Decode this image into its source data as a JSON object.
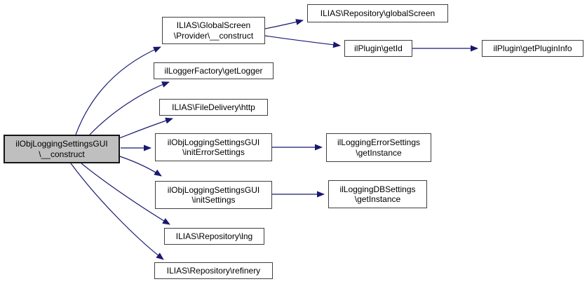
{
  "diagram": {
    "type": "function-call-graph",
    "background_color": "#ffffff",
    "edge_color": "#191970",
    "node_border_color": "#404040",
    "highlight_fill_color": "#bfbfbf",
    "nodes": [
      {
        "id": "construct",
        "label": "ilObjLoggingSettingsGUI\n\\__construct",
        "highlight": true
      },
      {
        "id": "provider-construct",
        "label": "ILIAS\\GlobalScreen\n\\Provider\\__construct",
        "highlight": false
      },
      {
        "id": "global-screen",
        "label": "ILIAS\\Repository\\globalScreen",
        "highlight": false
      },
      {
        "id": "get-id",
        "label": "ilPlugin\\getId",
        "highlight": false
      },
      {
        "id": "get-plugin-info",
        "label": "ilPlugin\\getPluginInfo",
        "highlight": false
      },
      {
        "id": "get-logger",
        "label": "ilLoggerFactory\\getLogger",
        "highlight": false
      },
      {
        "id": "http",
        "label": "ILIAS\\FileDelivery\\http",
        "highlight": false
      },
      {
        "id": "init-error-settings",
        "label": "ilObjLoggingSettingsGUI\n\\initErrorSettings",
        "highlight": false
      },
      {
        "id": "error-get-instance",
        "label": "ilLoggingErrorSettings\n\\getInstance",
        "highlight": false
      },
      {
        "id": "init-settings",
        "label": "ilObjLoggingSettingsGUI\n\\initSettings",
        "highlight": false
      },
      {
        "id": "db-get-instance",
        "label": "ilLoggingDBSettings\n\\getInstance",
        "highlight": false
      },
      {
        "id": "lng",
        "label": "ILIAS\\Repository\\lng",
        "highlight": false
      },
      {
        "id": "refinery",
        "label": "ILIAS\\Repository\\refinery",
        "highlight": false
      }
    ],
    "edges": [
      {
        "from": "construct",
        "to": "provider-construct"
      },
      {
        "from": "construct",
        "to": "get-logger"
      },
      {
        "from": "construct",
        "to": "http"
      },
      {
        "from": "construct",
        "to": "init-error-settings"
      },
      {
        "from": "construct",
        "to": "init-settings"
      },
      {
        "from": "construct",
        "to": "lng"
      },
      {
        "from": "construct",
        "to": "refinery"
      },
      {
        "from": "provider-construct",
        "to": "global-screen"
      },
      {
        "from": "provider-construct",
        "to": "get-id"
      },
      {
        "from": "get-id",
        "to": "get-plugin-info"
      },
      {
        "from": "init-error-settings",
        "to": "error-get-instance"
      },
      {
        "from": "init-settings",
        "to": "db-get-instance"
      }
    ]
  }
}
